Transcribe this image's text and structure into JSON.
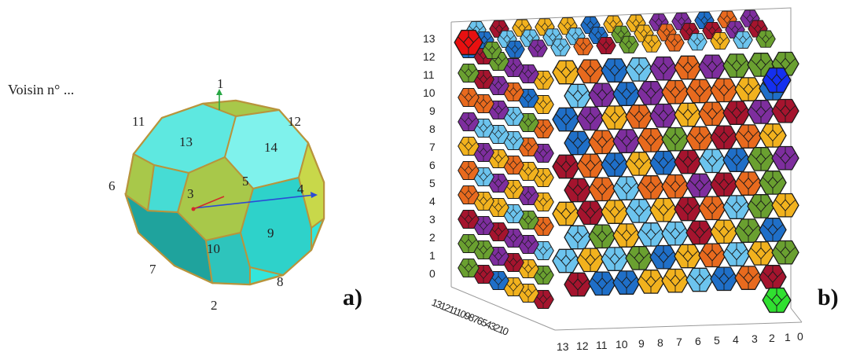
{
  "panel_a": {
    "caption": "Voisin n° ...",
    "figure_label": "a)",
    "face_labels": [
      "1",
      "2",
      "3",
      "4",
      "5",
      "6",
      "7",
      "8",
      "9",
      "10",
      "11",
      "12",
      "13",
      "14"
    ],
    "colors": {
      "cyan": "#33e6dc",
      "cyan_light": "#6ff0ea",
      "cyan_dark": "#1aa39c",
      "olive": "#a8c84a",
      "olive_dark": "#7f9b34",
      "edge": "#b8943c",
      "axis_x": "#2b4bd6",
      "axis_y": "#28a745",
      "axis_z": "#d22b2b"
    }
  },
  "panel_b": {
    "figure_label": "b)",
    "vertical_axis_ticks": [
      "13",
      "12",
      "11",
      "10",
      "9",
      "8",
      "7",
      "6",
      "5",
      "4",
      "3",
      "2",
      "1",
      "0"
    ],
    "bottom_axis_ticks": [
      "13",
      "12",
      "11",
      "10",
      "9",
      "8",
      "7",
      "6",
      "5",
      "4",
      "3",
      "2",
      "1",
      "0"
    ],
    "depth_axis_text": "131211109876543210",
    "palette": [
      "#e86a1e",
      "#7e2e9e",
      "#a5142e",
      "#f2b21e",
      "#6aa030",
      "#1f6fc8",
      "#6cc4ee"
    ],
    "highlight_colors": {
      "red": "#e81010",
      "blue": "#1430f0",
      "green": "#30e030"
    }
  }
}
